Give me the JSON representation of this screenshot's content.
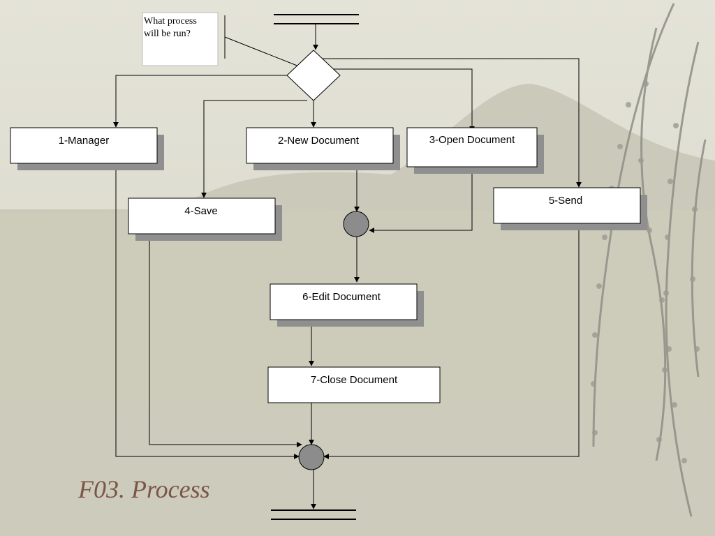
{
  "slide": {
    "title": "F03. Process"
  },
  "note": {
    "line1": "What process",
    "line2": "will be run?"
  },
  "nodes": {
    "manager": "1-Manager",
    "new_document": "2-New Document",
    "open_document": "3-Open Document",
    "save": "4-Save",
    "send": "5-Send",
    "edit_document": "6-Edit Document",
    "close_document": "7-Close Document"
  },
  "colors": {
    "title": "#7a5548",
    "merge_node": "#8c8c8c",
    "box_shadow": "#8f8f8f"
  }
}
